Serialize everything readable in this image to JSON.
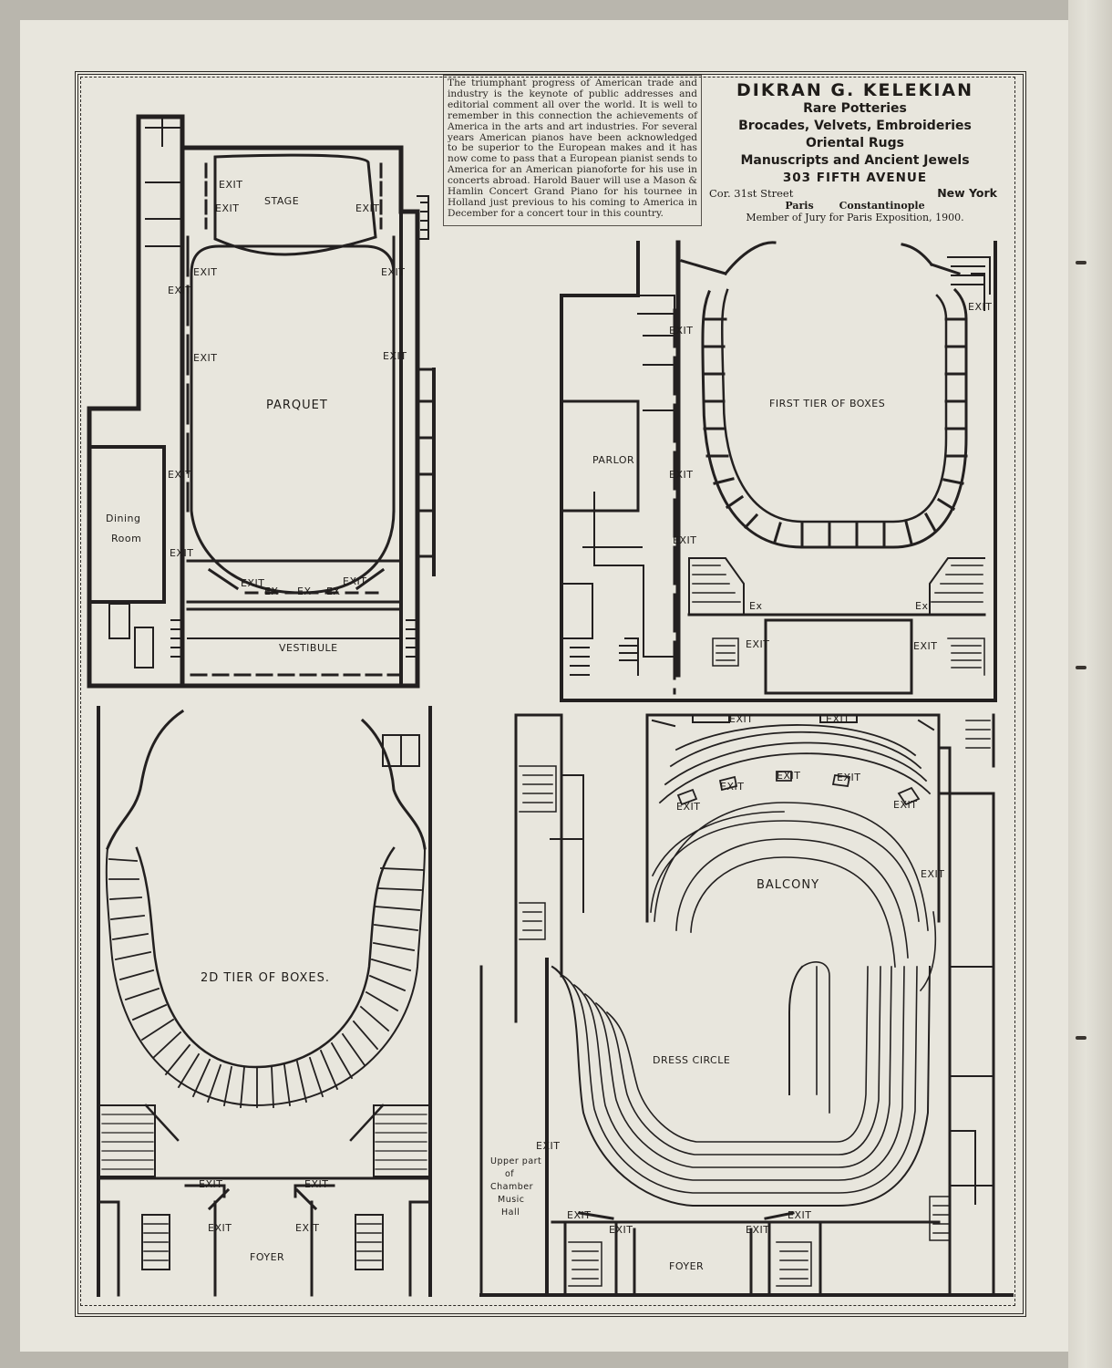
{
  "news_paragraph": "The triumphant progress of American trade and industry is the keynote of public addresses and editorial comment all over the world. It is well to remember in this connection the achievements of America in the arts and art industries. For several years American pianos have been acknowledged to be superior to the European makes and it has now come to pass that a European pianist sends to America for an American pianoforte for his use in concerts abroad. Harold Bauer will use a Mason & Hamlin Concert Grand Piano for his tournee in Holland just previous to his coming to America in December for a concert tour in this country.",
  "advertisement": {
    "name": "DIKRAN G. KELEKIAN",
    "lines": [
      "Rare Potteries",
      "Brocades, Velvets, Embroideries",
      "Oriental Rugs",
      "Manuscripts and Ancient Jewels"
    ],
    "address": "303 FIFTH AVENUE",
    "cross_street": "Cor. 31st Street",
    "city": "New York",
    "branch_1": "Paris",
    "branch_2": "Constantinople",
    "jury_note": "Member of Jury for Paris Exposition, 1900."
  },
  "plans": {
    "parquet": {
      "title": "PARQUET",
      "stage": "STAGE",
      "vestibule": "VESTIBULE",
      "dining_1": "Dining",
      "dining_2": "Room",
      "exit": "EXIT",
      "ex": "EX"
    },
    "first_tier": {
      "title": "FIRST TIER OF BOXES",
      "parlor": "PARLOR",
      "exit": "EXIT",
      "ex": "Ex"
    },
    "second_tier": {
      "title": "2D TIER OF BOXES.",
      "foyer": "FOYER",
      "exit": "EXIT"
    },
    "balcony": {
      "balcony": "BALCONY",
      "dress_circle": "DRESS CIRCLE",
      "foyer": "FOYER",
      "exit": "EXIT",
      "note_1": "Upper part",
      "note_2": "of",
      "note_3": "Chamber",
      "note_4": "Music",
      "note_5": "Hall"
    }
  }
}
